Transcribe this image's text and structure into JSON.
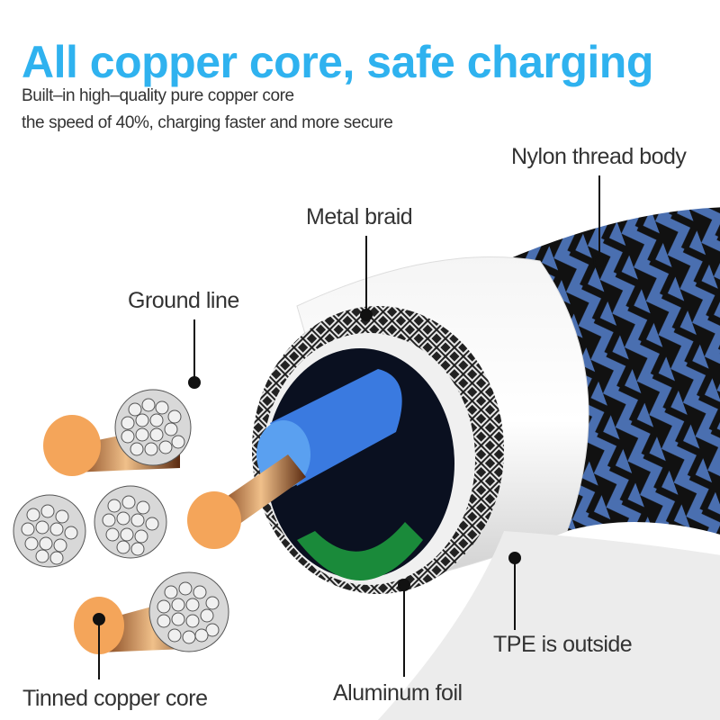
{
  "header": {
    "title": "All copper core, safe charging",
    "subtitle_line1": "Built–in high–quality pure copper core",
    "subtitle_line2": "the speed of 40%, charging faster and more secure"
  },
  "callouts": [
    {
      "id": "nylon",
      "label": "Nylon thread body"
    },
    {
      "id": "metal-braid",
      "label": "Metal braid"
    },
    {
      "id": "ground-line",
      "label": "Ground line"
    },
    {
      "id": "tinned-copper",
      "label": "Tinned copper core"
    },
    {
      "id": "aluminum-foil",
      "label": "Aluminum foil"
    },
    {
      "id": "tpe",
      "label": "TPE is outside"
    }
  ],
  "colors": {
    "title": "#2fb2ef",
    "text": "#333333",
    "copper": "#f4a55a",
    "braid_blue": "#4a6fb0",
    "insulation_blue": "#3a7ae0",
    "foil_green": "#1a8a3a"
  }
}
